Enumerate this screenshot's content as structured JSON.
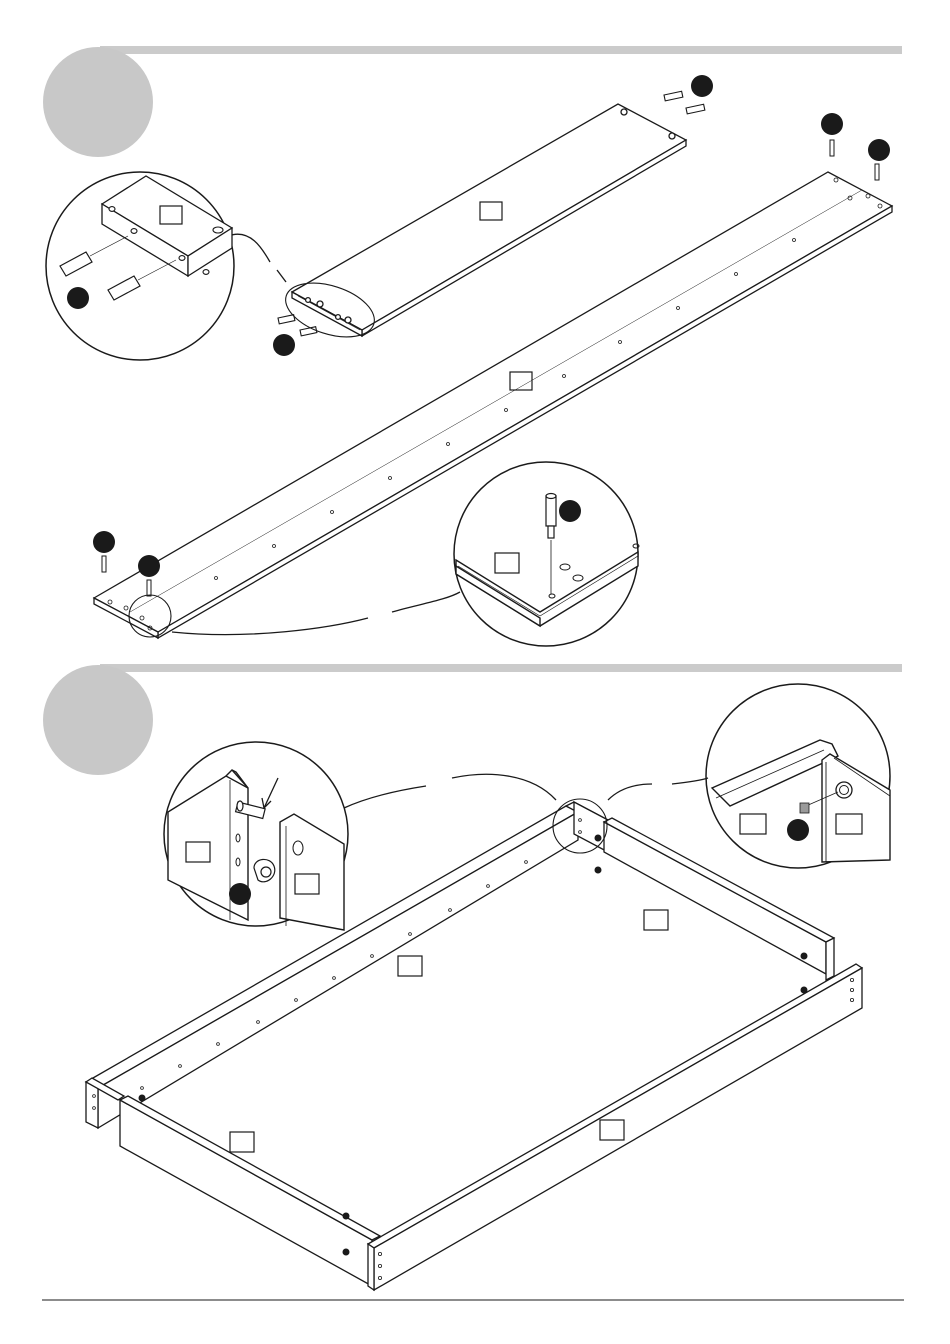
{
  "document": {
    "type": "assembly-instructions",
    "page_steps": 2
  },
  "step_1": {
    "step_number": "",
    "parts": [
      "",
      "",
      ""
    ],
    "hardware_callouts": [
      "",
      "",
      "",
      "",
      "",
      "",
      ""
    ]
  },
  "step_2": {
    "step_number": "",
    "parts": [
      "",
      "",
      "",
      "",
      "",
      "",
      "",
      ""
    ],
    "hardware_callouts": [
      "",
      ""
    ]
  },
  "colors": {
    "ink": "#1a1a1a",
    "step_bar": "#cbcbcb",
    "step_circle": "#c8c8c8",
    "callout_dot": "#1a1a1a",
    "paper": "#ffffff"
  },
  "icons": {
    "step_marker": "grey-circle",
    "hardware_marker": "black-dot",
    "part_label": "empty-square",
    "detail_view": "magnifier-circle"
  }
}
